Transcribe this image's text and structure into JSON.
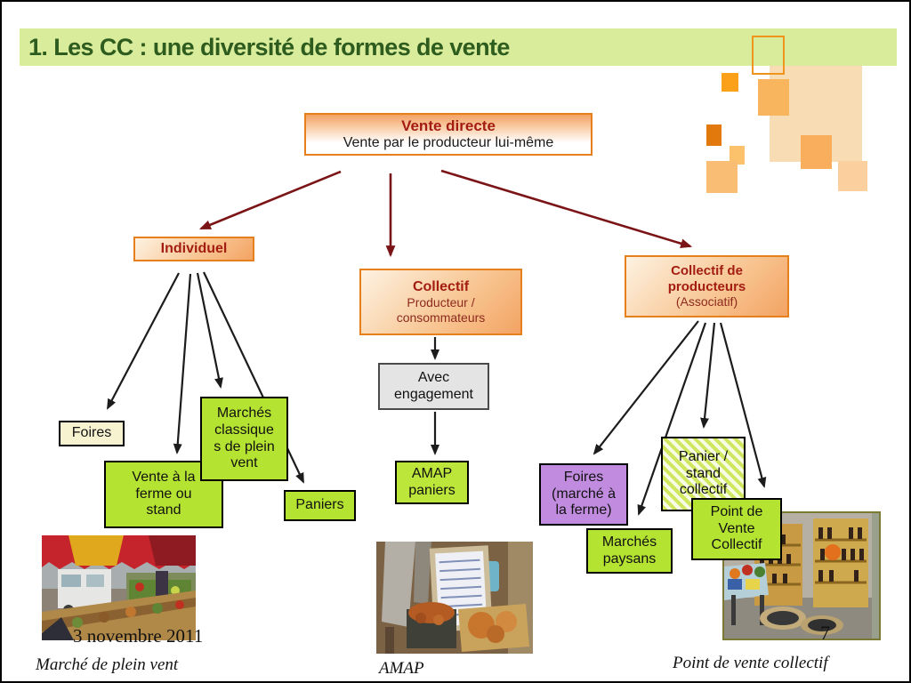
{
  "header": {
    "title": "1. Les CC : une diversité de formes de vente"
  },
  "root_box": {
    "title": "Vente directe",
    "subtitle": "Vente par le producteur  lui-même"
  },
  "branch_boxes": {
    "individuel": {
      "title": "Individuel"
    },
    "collectif": {
      "title": "Collectif",
      "subtitle": "Producteur /\nconsommateurs"
    },
    "collectif_producteurs": {
      "title": "Collectif de\nproducteurs",
      "subtitle": "(Associatif)"
    }
  },
  "leaf_boxes": {
    "foires": {
      "label": "Foires"
    },
    "vente_ferme": {
      "label": "Vente à la\nferme ou\nstand"
    },
    "marches_classiques": {
      "label": "Marchés\nclassique\ns de plein\nvent"
    },
    "paniers": {
      "label": "Paniers"
    },
    "avec_engagement": {
      "label": "Avec\nengagement"
    },
    "amap_paniers": {
      "label": "AMAP\npaniers"
    },
    "foires_marche_ferme": {
      "label": "Foires\n(marché à\nla ferme)"
    },
    "marches_paysans": {
      "label": "Marchés\npaysans"
    },
    "panier_stand_collectif": {
      "label": "Panier /\nstand\ncollectif"
    },
    "point_vente_collectif": {
      "label": "Point de\nVente\nCollectif"
    }
  },
  "photo_captions": {
    "left": "Marché de plein vent",
    "center": "AMAP",
    "right": "Point de vente  collectif"
  },
  "footer": {
    "date": "3 novembre 2011",
    "page": "7"
  },
  "colors": {
    "title_bar": "#d9ec9c",
    "title_text": "#2e5c1e",
    "orange_border": "#e6801c",
    "dark_red_title": "#a31d12",
    "maroon_arrow": "#7b1416",
    "black_arrow": "#1c1c1c",
    "box_green": "#b5e332",
    "box_purple": "#c18ce0",
    "box_cream": "#f7f3d0",
    "box_gray": "#e4e4e4",
    "hatch_green": "#cfe75e"
  }
}
